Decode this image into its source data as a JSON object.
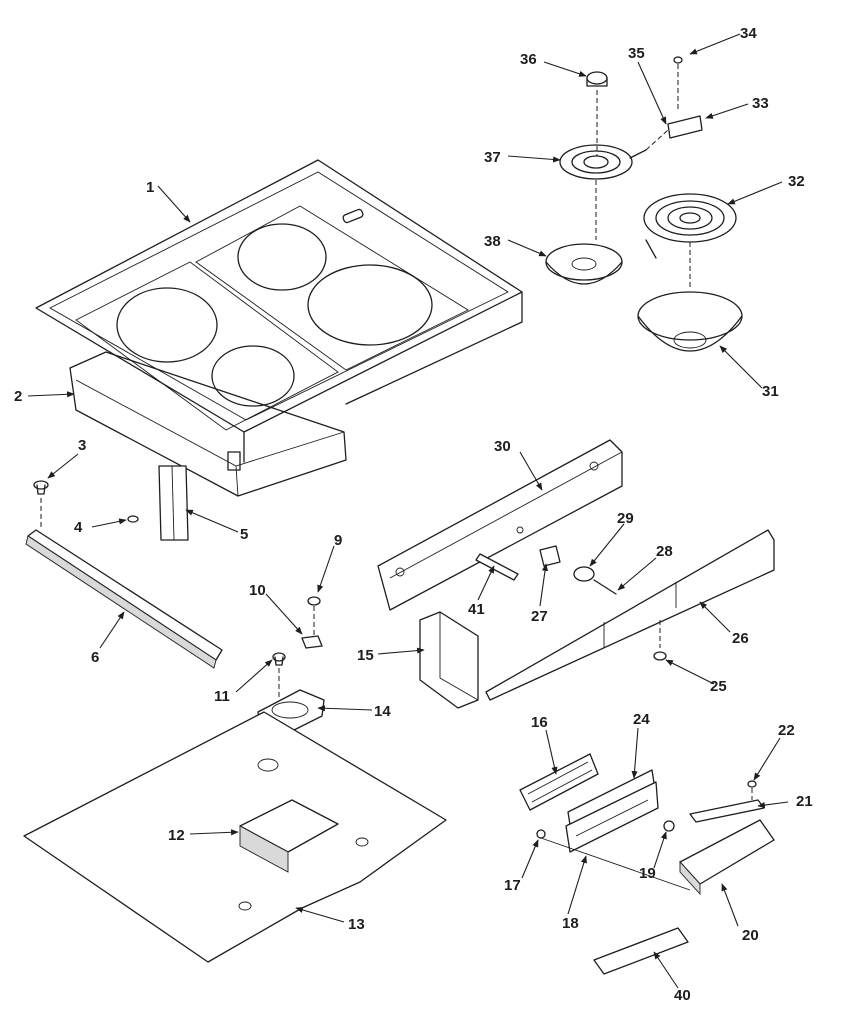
{
  "callouts": {
    "c1": "1",
    "c2": "2",
    "c3": "3",
    "c4": "4",
    "c5": "5",
    "c6": "6",
    "c9": "9",
    "c10": "10",
    "c11": "11",
    "c12": "12",
    "c13": "13",
    "c14": "14",
    "c15": "15",
    "c16": "16",
    "c17": "17",
    "c18": "18",
    "c19": "19",
    "c20": "20",
    "c21": "21",
    "c22": "22",
    "c24": "24",
    "c25": "25",
    "c26": "26",
    "c27": "27",
    "c28": "28",
    "c29": "29",
    "c30": "30",
    "c31": "31",
    "c32": "32",
    "c33": "33",
    "c34": "34",
    "c35": "35",
    "c36": "36",
    "c37": "37",
    "c38": "38",
    "c40": "40",
    "c41": "41"
  },
  "colors": {
    "ink": "#1e1e1e",
    "paper": "#ffffff",
    "shade": "#d9d9d9"
  }
}
